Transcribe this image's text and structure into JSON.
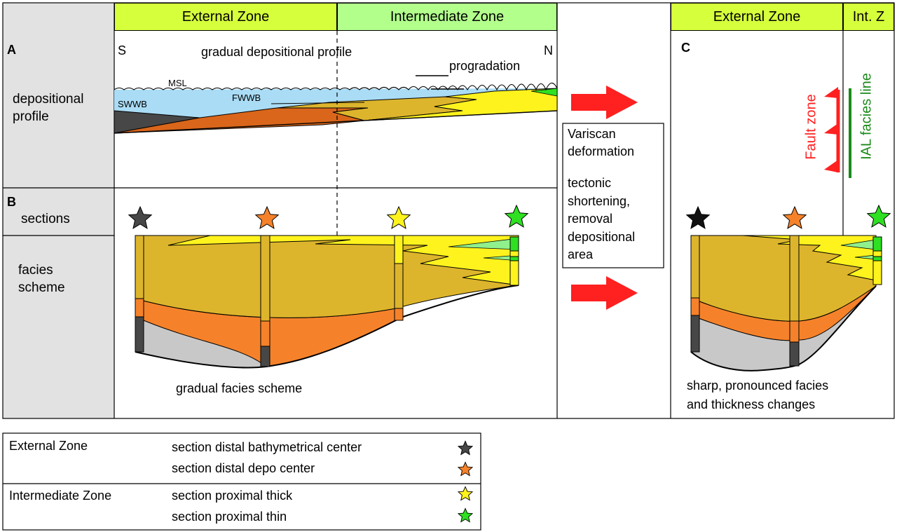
{
  "zones": {
    "external_zone": "External Zone",
    "intermediate_zone": "Intermediate Zone",
    "int_z": "Int. Z"
  },
  "panel_a": {
    "letter": "A",
    "row_label_line1": "depositional",
    "row_label_line2": "profile",
    "south": "S",
    "north": "N",
    "profile_title": "gradual depositional profile",
    "progradation": "progradation",
    "msl": "MSL",
    "fwwb": "FWWB",
    "swwb": "SWWB"
  },
  "panel_b": {
    "letter": "B",
    "sections_label": "sections",
    "facies_line1": "facies",
    "facies_line2": "scheme",
    "caption": "gradual facies scheme"
  },
  "middle": {
    "line1": "Variscan",
    "line2": "deformation",
    "line3": "tectonic",
    "line4": "shortening,",
    "line5": "removal",
    "line6": "depositional",
    "line7": "area"
  },
  "panel_c": {
    "letter": "C",
    "fault_zone": "Fault zone",
    "ial_facies_line": "IAL facies line",
    "caption_line1": "sharp, pronounced facies",
    "caption_line2": "and thickness changes"
  },
  "legend": {
    "group1": "External Zone",
    "group2": "Intermediate Zone",
    "item1": "section distal bathymetrical center",
    "item2": "section distal depo center",
    "item3": "section proximal thick",
    "item4": "section proximal thin"
  },
  "colors": {
    "dark_section": "#474747",
    "orange_section": "#f5822a",
    "yellow_section": "#fff31e",
    "green_section": "#2ee021",
    "ochre_facies": "#ddb52c",
    "shallow_water": "#aadcf5",
    "arrow_red": "#ff2020",
    "fault_red": "#ff2020",
    "facies_line_green": "#1a8a1a",
    "label_panel_grey": "#e2e2e2"
  }
}
